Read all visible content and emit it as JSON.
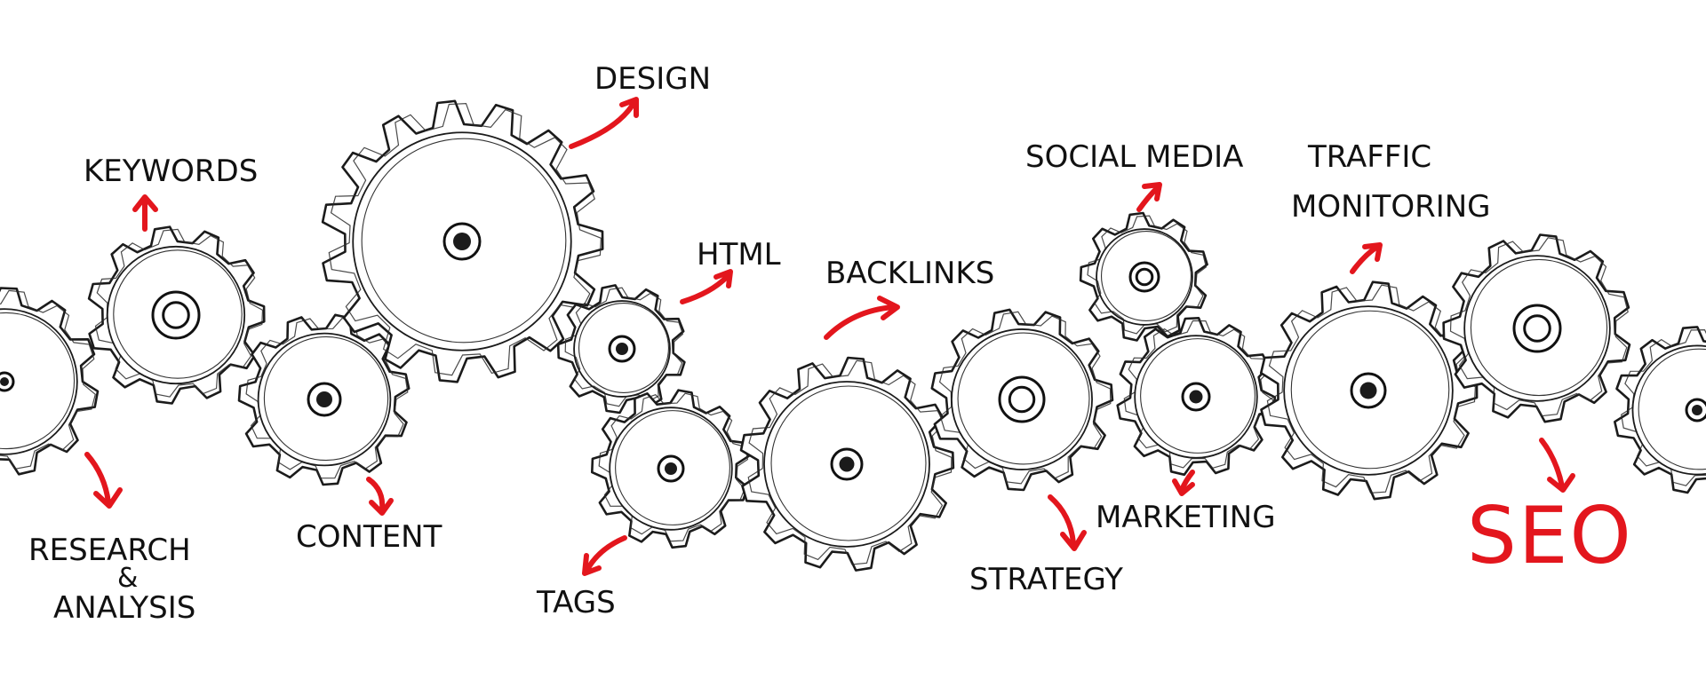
{
  "colors": {
    "accent": "#e3161d",
    "ink": "#111111",
    "background": "#ffffff"
  },
  "labels": {
    "keywords": "KEYWORDS",
    "research": "RESEARCH",
    "ampersand": "&",
    "analysis": "ANALYSIS",
    "content": "CONTENT",
    "design": "DESIGN",
    "html": "HTML",
    "tags": "TAGS",
    "backlinks": "BACKLINKS",
    "strategy": "STRATEGY",
    "social_media": "SOCIAL MEDIA",
    "marketing": "MARKETING",
    "traffic": "TRAFFIC",
    "monitoring": "MONITORING",
    "seo": "SEO"
  }
}
